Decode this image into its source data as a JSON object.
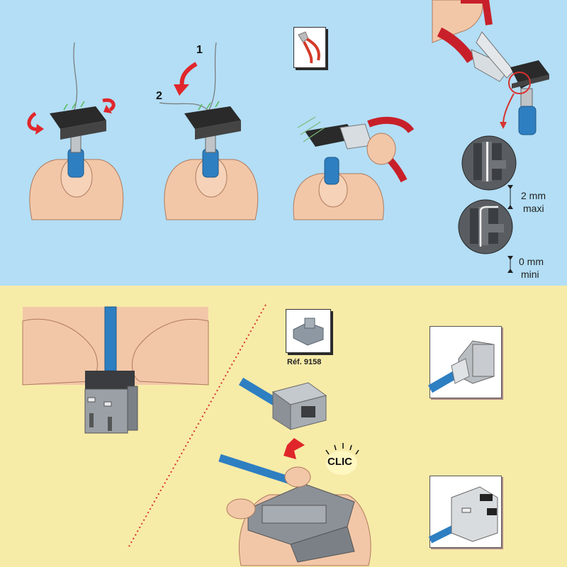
{
  "colors": {
    "top_background": "#b3def5",
    "bottom_background": "#f7eba8",
    "arrow_red": "#e0262b",
    "cable_blue": "#2e7fc1",
    "skin": "#f2c7a8",
    "connector_grey": "#8c9197",
    "divider_red": "#d8322e"
  },
  "top_panel": {
    "steps": [
      {
        "id": "step-rotate",
        "description": "Hold connector on cable, rotate to seat wires",
        "icon": "rotate-arrows-icon"
      },
      {
        "id": "step-bend",
        "description": "Bend wire from position 1 to position 2",
        "labels": [
          "1",
          "2"
        ],
        "icon": "curved-arrow-icon"
      },
      {
        "id": "step-cut",
        "description": "Cut wire ends with side cutters",
        "tool_icon": "side-cutter-pliers-icon"
      },
      {
        "id": "step-trim",
        "description": "Trim excess wire flush with connector"
      }
    ],
    "tolerance": {
      "max": {
        "value": "2 mm",
        "label": "maxi"
      },
      "min": {
        "value": "0 mm",
        "label": "mini"
      }
    }
  },
  "bottom_panel": {
    "steps": [
      {
        "id": "step-press-cap",
        "description": "Press cap on connector over cable"
      },
      {
        "id": "step-clip",
        "description": "Clip connector into keystone frame",
        "reference": "Réf. 9158",
        "sound_label": "CLIC"
      }
    ],
    "thumbnails": [
      {
        "id": "thumb-assembled-side",
        "description": "Assembled connector, side view"
      },
      {
        "id": "thumb-assembled-front",
        "description": "Assembled connector, front view"
      }
    ]
  }
}
